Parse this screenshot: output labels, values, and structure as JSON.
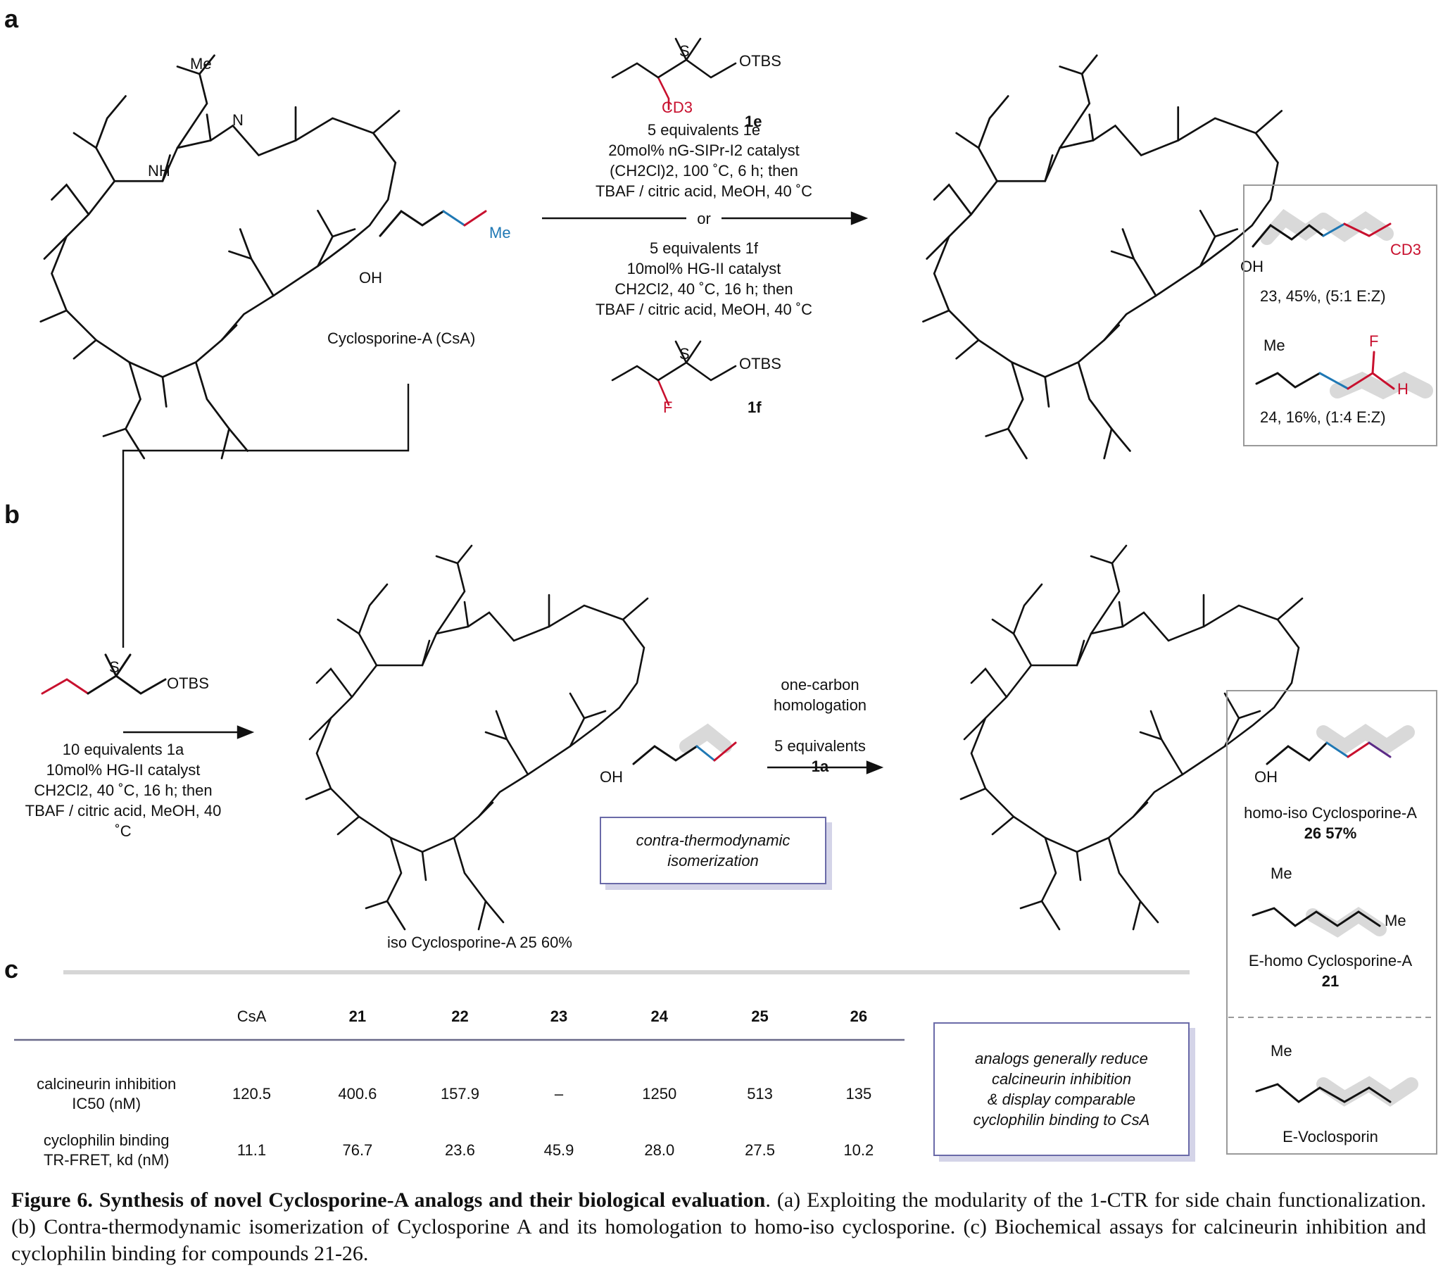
{
  "panels": {
    "a": "a",
    "b": "b",
    "c": "c"
  },
  "panel_a": {
    "reagent_1e": "1e",
    "cd3": "CD3",
    "conditions_top": [
      "5 equivalents 1e",
      "20mol% nG-SIPr-I2 catalyst",
      "(CH2Cl)2, 100 ˚C, 6 h; then",
      "TBAF / citric acid, MeOH, 40 ˚C"
    ],
    "or_label": "or",
    "conditions_bottom": [
      "5 equivalents 1f",
      "10mol% HG-II catalyst",
      "CH2Cl2, 40 ˚C, 16 h; then",
      "TBAF / citric acid, MeOH, 40 ˚C"
    ],
    "reagent_1f": "1f",
    "fluoro": "F",
    "otbs": "OTBS",
    "start_name": "Cyclosporine-A (CsA)",
    "product_23": "23, 45%, (5:1 E:Z)",
    "product_24": "24, 16%, (1:4 E:Z)"
  },
  "panel_b": {
    "reagent_conditions": [
      "10 equivalents 1a",
      "10mol% HG-II catalyst",
      "CH2Cl2, 40 ˚C, 16 h; then",
      "TBAF / citric acid, MeOH, 40",
      "˚C"
    ],
    "product_25": "iso Cyclosporine-A 25 60%",
    "box_note": [
      "contra-thermodynamic",
      "isomerization"
    ],
    "homologation": [
      "one-carbon",
      "homologation",
      "5 equivalents",
      "1a"
    ],
    "product_26": [
      "homo-iso Cyclosporine-A",
      "26 57%"
    ],
    "compound_21": [
      "E-homo Cyclosporine-A",
      "21"
    ],
    "voclosporin": "E-Voclosporin"
  },
  "panel_c": {
    "columns": [
      "CsA",
      "21",
      "22",
      "23",
      "24",
      "25",
      "26"
    ],
    "rows": [
      {
        "label": [
          "calcineurin inhibition",
          "IC50 (nM)"
        ],
        "values": [
          "120.5",
          "400.6",
          "157.9",
          "–",
          "1250",
          "513",
          "135"
        ]
      },
      {
        "label": [
          "cyclophilin binding",
          "TR-FRET, kd (nM)"
        ],
        "values": [
          "11.1",
          "76.7",
          "23.6",
          "45.9",
          "28.0",
          "27.5",
          "10.2"
        ]
      }
    ],
    "note": [
      "analogs generally reduce",
      "calcineurin inhibition",
      "& display comparable",
      "cyclophilin binding to CsA"
    ]
  },
  "caption": {
    "lead": "Figure 6. Synthesis of novel Cyclosporine-A analogs and their biological evaluation",
    "text": ". (a) Exploiting the modularity of the 1-CTR for side chain functionalization. (b) Contra-thermodynamic isomerization of Cyclosporine A and its homologation to homo-iso cyclosporine. (c) Biochemical assays for calcineurin inhibition and cyclophilin binding for compounds 21-26."
  },
  "atom_labels": {
    "me": "Me",
    "n": "N",
    "nh": "NH",
    "o": "O",
    "oh": "OH",
    "h": "H",
    "s": "S"
  },
  "colors": {
    "red": "#c8102e",
    "blue": "#1f78b4",
    "purple": "#5b2a86",
    "highlight": "#d9d9d9",
    "box_border": "#6a6aa8"
  }
}
